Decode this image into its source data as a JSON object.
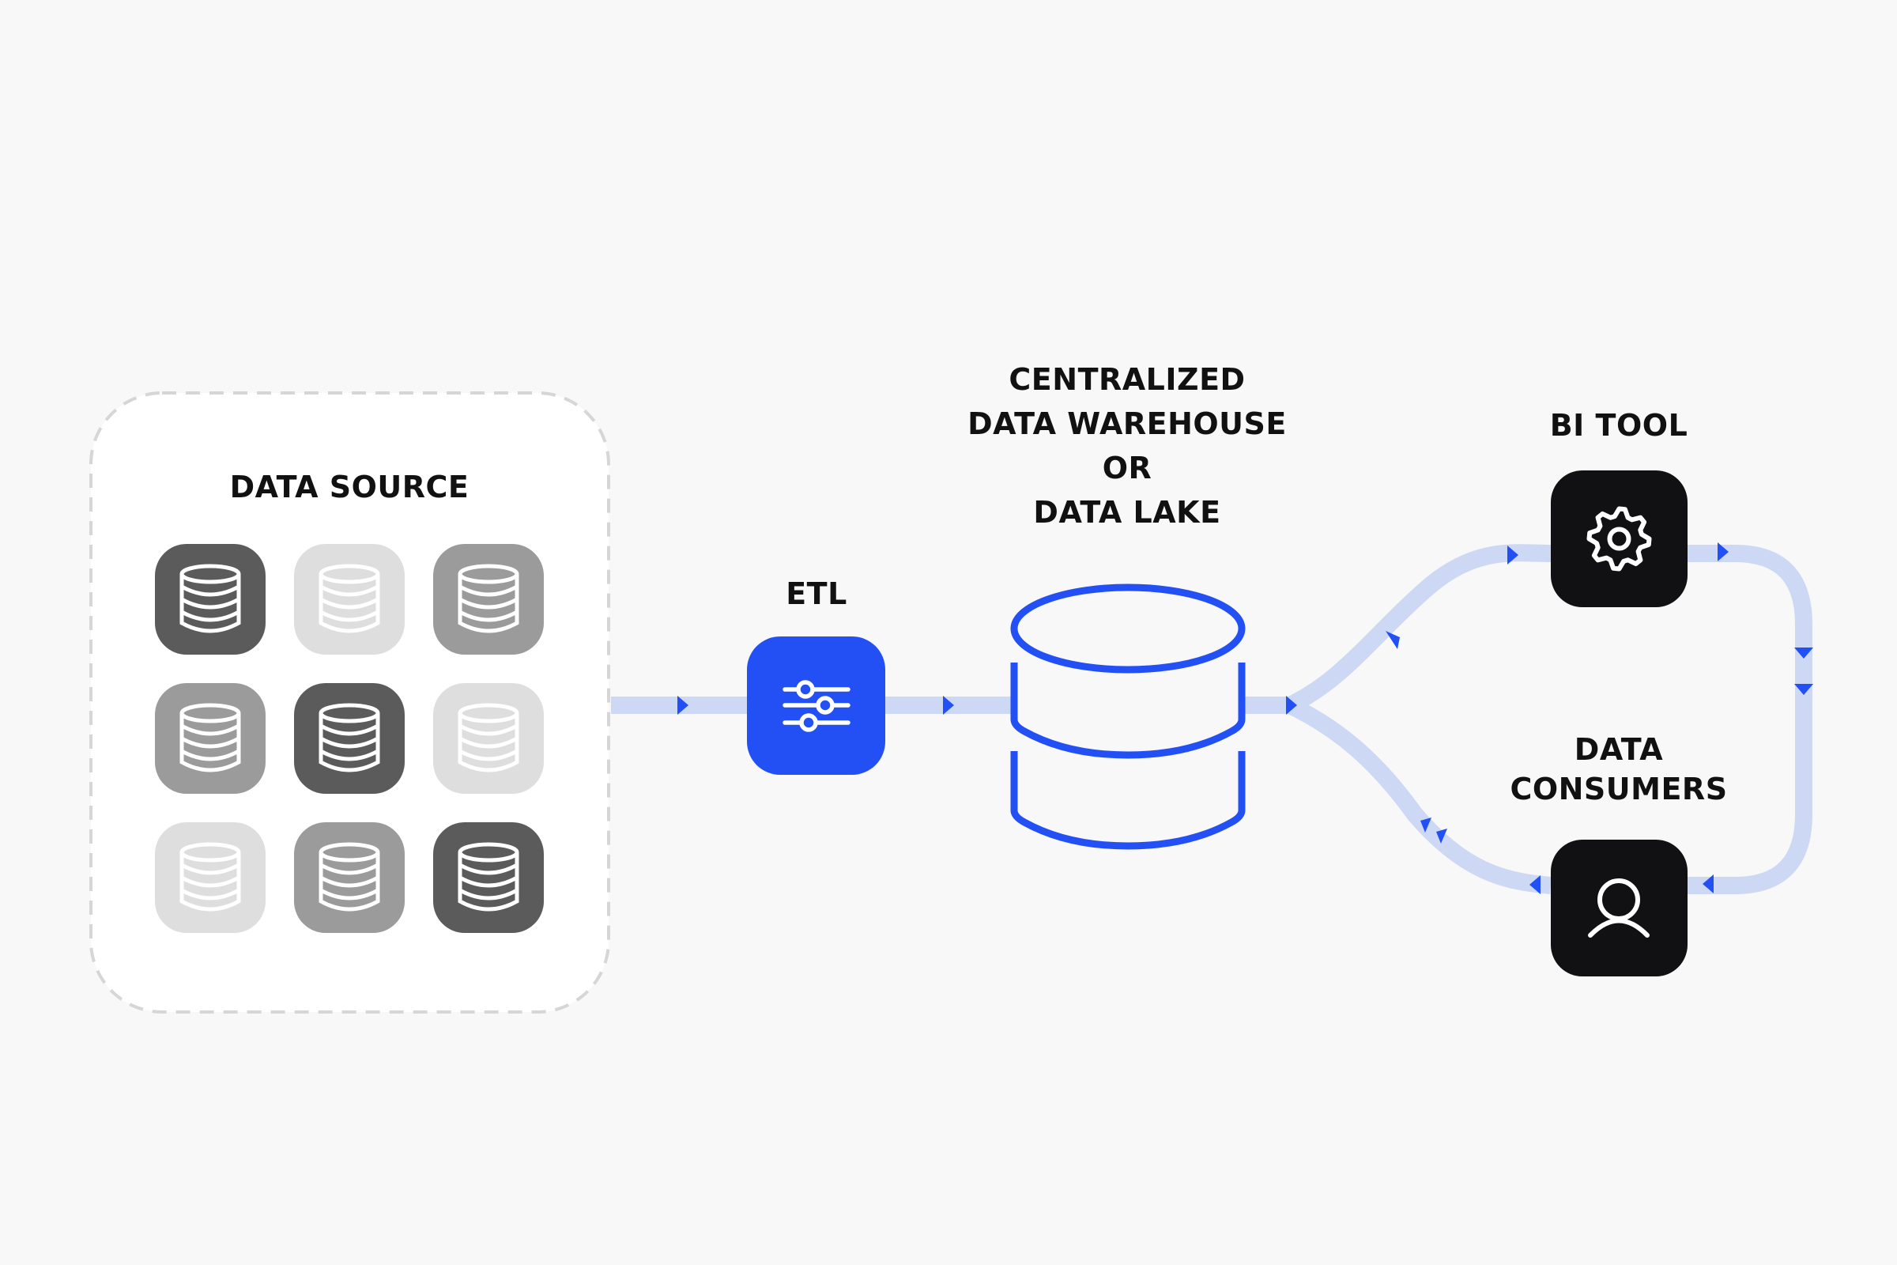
{
  "labels": {
    "data_source": "DATA SOURCE",
    "etl": "ETL",
    "warehouse": [
      "CENTRALIZED",
      "DATA WAREHOUSE",
      "OR",
      "DATA LAKE"
    ],
    "bi_tool": "BI TOOL",
    "data_consumers": [
      "DATA",
      "CONSUMERS"
    ]
  },
  "nodes": {
    "etl_icon": "sliders-icon",
    "warehouse_icon": "database-icon",
    "bi_tool_icon": "gear-icon",
    "data_consumers_icon": "user-icon"
  },
  "source_tiles": [
    "dark",
    "light",
    "mid",
    "mid",
    "dark",
    "light",
    "light",
    "mid",
    "dark"
  ],
  "colors": {
    "background": "#f8f8f8",
    "accent": "#2350f5",
    "flow_line": "#cdd8f4",
    "node_dark": "#111114",
    "tile_dark": "#5b5b5b",
    "tile_mid": "#9b9b9b",
    "tile_light": "#dedede",
    "dashed_border": "#d6d6d6",
    "text": "#111111"
  }
}
